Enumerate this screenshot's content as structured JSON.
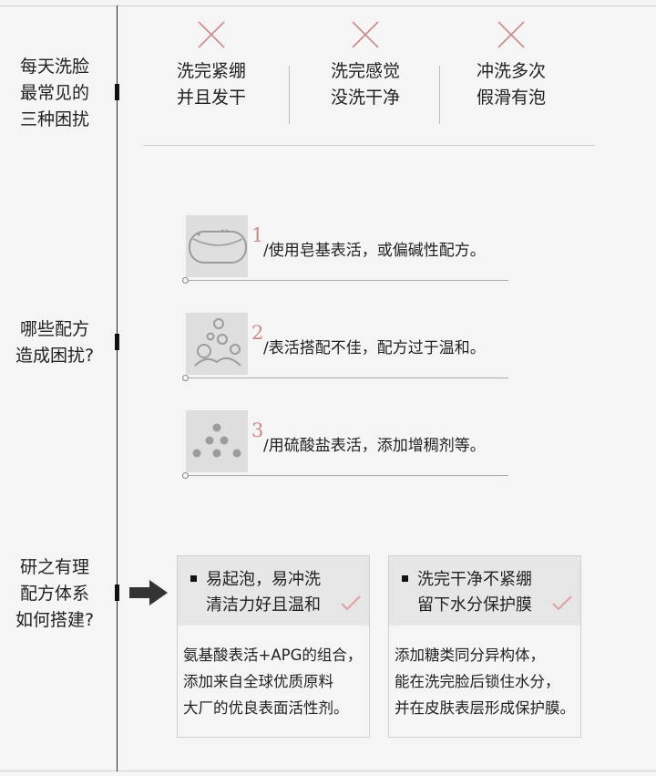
{
  "sections": {
    "problems": {
      "label": [
        "每天洗脸",
        "最常见的",
        "三种困扰"
      ],
      "items": [
        {
          "icon": "x-icon",
          "line1": "洗完紧绷",
          "line2": "并且发干"
        },
        {
          "icon": "x-icon",
          "line1": "洗完感觉",
          "line2": "没洗干净"
        },
        {
          "icon": "x-icon",
          "line1": "冲洗多次",
          "line2": "假滑有泡"
        }
      ]
    },
    "formulas": {
      "label": [
        "哪些配方",
        "造成困扰?"
      ],
      "items": [
        {
          "num": "1",
          "text": "/使用皂基表活，或偏碱性配方。",
          "icon": "soap-bar-icon"
        },
        {
          "num": "2",
          "text": "/表活搭配不佳，配方过于温和。",
          "icon": "bubbles-icon"
        },
        {
          "num": "3",
          "text": "/用硫酸盐表活，添加增稠剂等。",
          "icon": "dots-pyramid-icon"
        }
      ]
    },
    "system": {
      "label": [
        "研之有理",
        "配方体系",
        "如何搭建?"
      ],
      "cards": [
        {
          "head1": "易起泡，易冲洗",
          "head2": "清洁力好且温和",
          "body": [
            "氨基酸表活+APG的组合，",
            "添加来自全球优质原料",
            "大厂的优良表面活性剂。"
          ]
        },
        {
          "head1": "洗完干净不紧绷",
          "head2": "留下水分保护膜",
          "body": [
            "添加糖类同分异构体，",
            "能在洗完脸后锁住水分，",
            "并在皮肤表层形成保护膜。"
          ]
        }
      ]
    }
  },
  "colors": {
    "accent": "#c98a8a",
    "check": "#e0a0a0",
    "text": "#222222"
  }
}
